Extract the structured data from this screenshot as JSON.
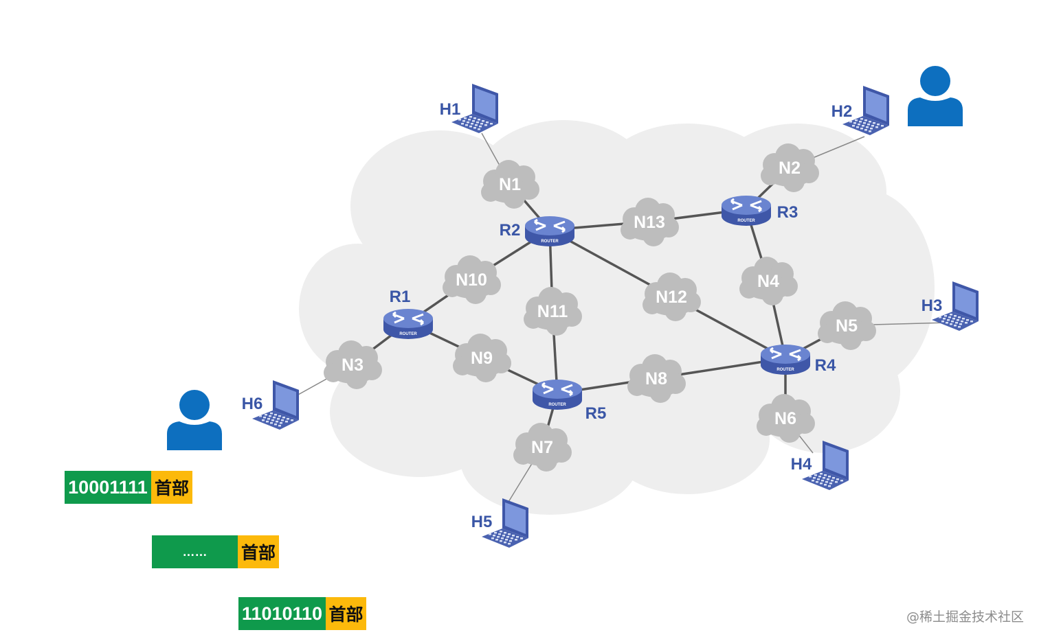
{
  "colors": {
    "background_cloud": "#eeeeee",
    "small_cloud": "#bdbdbd",
    "router_body": "#3f57a8",
    "router_top": "#6a84d0",
    "label_blue": "#3a56a6",
    "link": "#555555",
    "host_link": "#888888",
    "user_icon": "#0d6fbf",
    "payload_green": "#0f9a4c",
    "header_orange": "#fcb90b"
  },
  "routers": [
    {
      "id": "R1",
      "label": "R1"
    },
    {
      "id": "R2",
      "label": "R2"
    },
    {
      "id": "R3",
      "label": "R3"
    },
    {
      "id": "R4",
      "label": "R4"
    },
    {
      "id": "R5",
      "label": "R5"
    }
  ],
  "networks": [
    {
      "id": "N1",
      "label": "N1"
    },
    {
      "id": "N2",
      "label": "N2"
    },
    {
      "id": "N3",
      "label": "N3"
    },
    {
      "id": "N4",
      "label": "N4"
    },
    {
      "id": "N5",
      "label": "N5"
    },
    {
      "id": "N6",
      "label": "N6"
    },
    {
      "id": "N7",
      "label": "N7"
    },
    {
      "id": "N8",
      "label": "N8"
    },
    {
      "id": "N9",
      "label": "N9"
    },
    {
      "id": "N10",
      "label": "N10"
    },
    {
      "id": "N11",
      "label": "N11"
    },
    {
      "id": "N12",
      "label": "N12"
    },
    {
      "id": "N13",
      "label": "N13"
    }
  ],
  "hosts": [
    {
      "id": "H1",
      "label": "H1"
    },
    {
      "id": "H2",
      "label": "H2"
    },
    {
      "id": "H3",
      "label": "H3"
    },
    {
      "id": "H4",
      "label": "H4"
    },
    {
      "id": "H5",
      "label": "H5"
    },
    {
      "id": "H6",
      "label": "H6"
    }
  ],
  "router_badge_text": "ROUTER",
  "links": [
    [
      "N1",
      "R2"
    ],
    [
      "R2",
      "N13"
    ],
    [
      "N13",
      "R3"
    ],
    [
      "R3",
      "N2"
    ],
    [
      "R3",
      "N4"
    ],
    [
      "N4",
      "R4"
    ],
    [
      "R2",
      "N10"
    ],
    [
      "N10",
      "R1"
    ],
    [
      "R2",
      "N11"
    ],
    [
      "N11",
      "R5"
    ],
    [
      "R2",
      "N12"
    ],
    [
      "N12",
      "R4"
    ],
    [
      "R1",
      "N3"
    ],
    [
      "R1",
      "N9"
    ],
    [
      "N9",
      "R5"
    ],
    [
      "R5",
      "N8"
    ],
    [
      "N8",
      "R4"
    ],
    [
      "R4",
      "N5"
    ],
    [
      "R4",
      "N6"
    ],
    [
      "R5",
      "N7"
    ]
  ],
  "host_links": [
    [
      "H1",
      "N1"
    ],
    [
      "H2",
      "N2"
    ],
    [
      "H3",
      "N5"
    ],
    [
      "H4",
      "N6"
    ],
    [
      "H5",
      "N7"
    ],
    [
      "H6",
      "N3"
    ]
  ],
  "packets": [
    {
      "payload": "10001111",
      "header": "首部"
    },
    {
      "payload": "……",
      "header": "首部"
    },
    {
      "payload": "11010110",
      "header": "首部"
    }
  ],
  "watermark": "@稀土掘金技术社区"
}
